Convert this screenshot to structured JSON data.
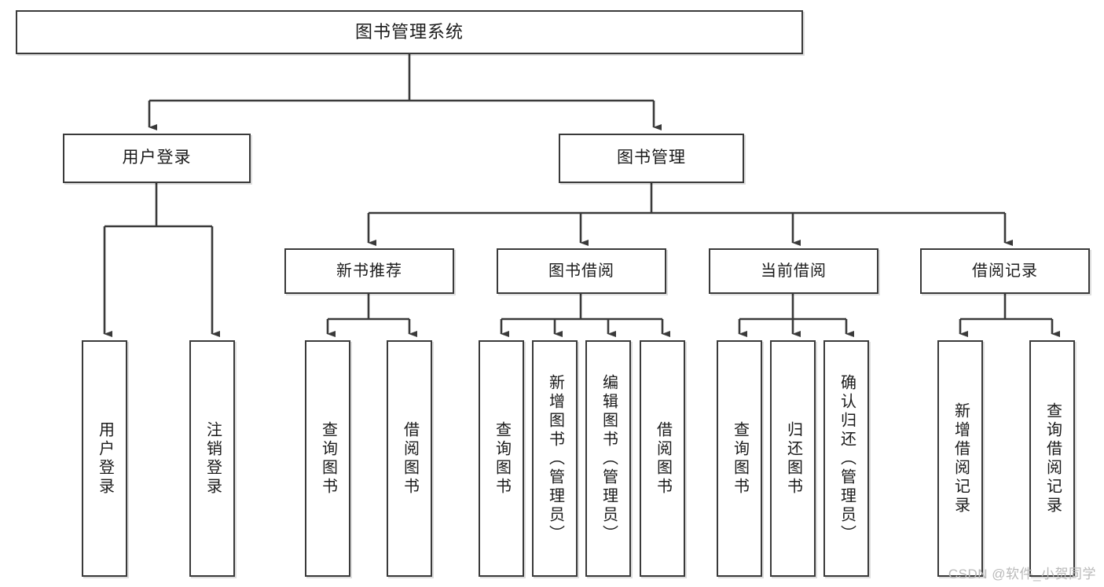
{
  "diagram": {
    "title": "图书管理系统",
    "watermark": "CSDN @软件_小贺同学",
    "line_color": "#3a3a3a",
    "box_fill": "#ffffff",
    "text_color": "#1b1b1b",
    "root": {
      "label": "图书管理系统"
    },
    "level2": [
      {
        "label": "用户登录"
      },
      {
        "label": "图书管理"
      }
    ],
    "level3": [
      {
        "label": "新书推荐"
      },
      {
        "label": "图书借阅"
      },
      {
        "label": "当前借阅"
      },
      {
        "label": "借阅记录"
      }
    ],
    "leaves": [
      {
        "label": "用户登录",
        "parent": "用户登录"
      },
      {
        "label": "注销登录",
        "parent": "用户登录"
      },
      {
        "label": "查询图书",
        "parent": "新书推荐"
      },
      {
        "label": "借阅图书",
        "parent": "新书推荐"
      },
      {
        "label": "查询图书",
        "parent": "图书借阅"
      },
      {
        "label": "新增图书（管理员）",
        "parent": "图书借阅"
      },
      {
        "label": "编辑图书（管理员）",
        "parent": "图书借阅"
      },
      {
        "label": "借阅图书",
        "parent": "图书借阅"
      },
      {
        "label": "查询图书",
        "parent": "当前借阅"
      },
      {
        "label": "归还图书",
        "parent": "当前借阅"
      },
      {
        "label": "确认归还（管理员）",
        "parent": "当前借阅"
      },
      {
        "label": "新增借阅记录",
        "parent": "借阅记录"
      },
      {
        "label": "查询借阅记录",
        "parent": "借阅记录"
      }
    ]
  }
}
